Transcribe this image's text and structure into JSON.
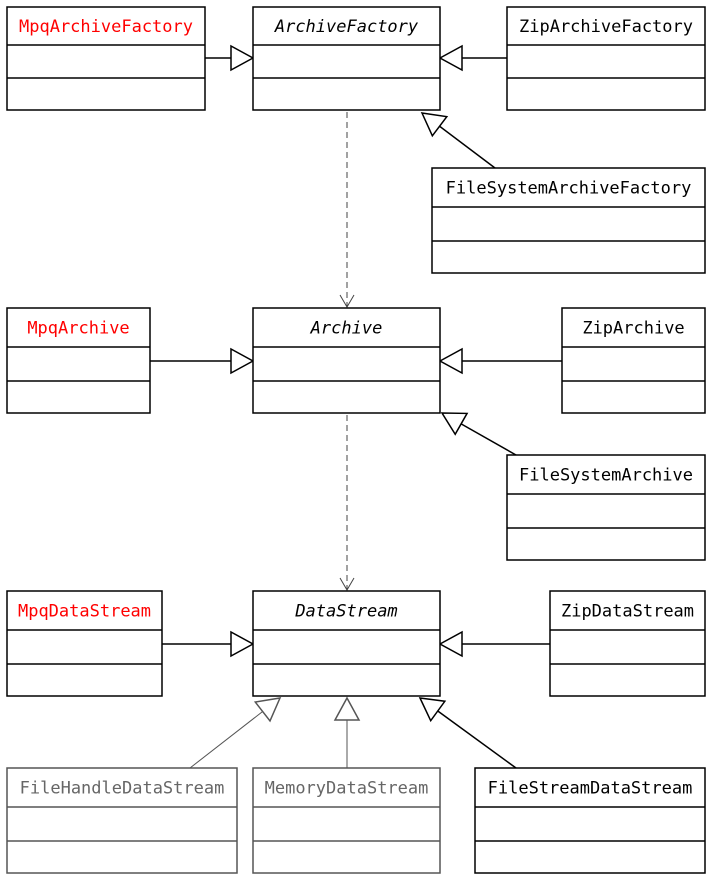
{
  "colors": {
    "line": "#000000",
    "highlight": "#ff0000",
    "muted": "#666666",
    "muted_line": "#555555",
    "dash": "#444444"
  },
  "classes": [
    {
      "id": "mpq-archive-factory",
      "name": "MpqArchiveFactory",
      "style": "highlight",
      "abstract": false
    },
    {
      "id": "archive-factory",
      "name": "ArchiveFactory",
      "style": "normal",
      "abstract": true
    },
    {
      "id": "zip-archive-factory",
      "name": "ZipArchiveFactory",
      "style": "normal",
      "abstract": false
    },
    {
      "id": "file-system-archive-factory",
      "name": "FileSystemArchiveFactory",
      "style": "normal",
      "abstract": false
    },
    {
      "id": "mpq-archive",
      "name": "MpqArchive",
      "style": "highlight",
      "abstract": false
    },
    {
      "id": "archive",
      "name": "Archive",
      "style": "normal",
      "abstract": true
    },
    {
      "id": "zip-archive",
      "name": "ZipArchive",
      "style": "normal",
      "abstract": false
    },
    {
      "id": "file-system-archive",
      "name": "FileSystemArchive",
      "style": "normal",
      "abstract": false
    },
    {
      "id": "mpq-data-stream",
      "name": "MpqDataStream",
      "style": "highlight",
      "abstract": false
    },
    {
      "id": "data-stream",
      "name": "DataStream",
      "style": "normal",
      "abstract": true
    },
    {
      "id": "zip-data-stream",
      "name": "ZipDataStream",
      "style": "normal",
      "abstract": false
    },
    {
      "id": "file-handle-data-stream",
      "name": "FileHandleDataStream",
      "style": "muted",
      "abstract": false
    },
    {
      "id": "memory-data-stream",
      "name": "MemoryDataStream",
      "style": "muted",
      "abstract": false
    },
    {
      "id": "file-stream-data-stream",
      "name": "FileStreamDataStream",
      "style": "normal",
      "abstract": false
    }
  ],
  "relations": [
    {
      "type": "inheritance",
      "from": "mpq-archive-factory",
      "to": "archive-factory"
    },
    {
      "type": "inheritance",
      "from": "zip-archive-factory",
      "to": "archive-factory"
    },
    {
      "type": "inheritance",
      "from": "file-system-archive-factory",
      "to": "archive-factory"
    },
    {
      "type": "dependency",
      "from": "archive-factory",
      "to": "archive"
    },
    {
      "type": "inheritance",
      "from": "mpq-archive",
      "to": "archive"
    },
    {
      "type": "inheritance",
      "from": "zip-archive",
      "to": "archive"
    },
    {
      "type": "inheritance",
      "from": "file-system-archive",
      "to": "archive"
    },
    {
      "type": "dependency",
      "from": "archive",
      "to": "data-stream"
    },
    {
      "type": "inheritance",
      "from": "mpq-data-stream",
      "to": "data-stream"
    },
    {
      "type": "inheritance",
      "from": "zip-data-stream",
      "to": "data-stream"
    },
    {
      "type": "inheritance",
      "from": "file-handle-data-stream",
      "to": "data-stream"
    },
    {
      "type": "inheritance",
      "from": "memory-data-stream",
      "to": "data-stream"
    },
    {
      "type": "inheritance",
      "from": "file-stream-data-stream",
      "to": "data-stream"
    }
  ]
}
